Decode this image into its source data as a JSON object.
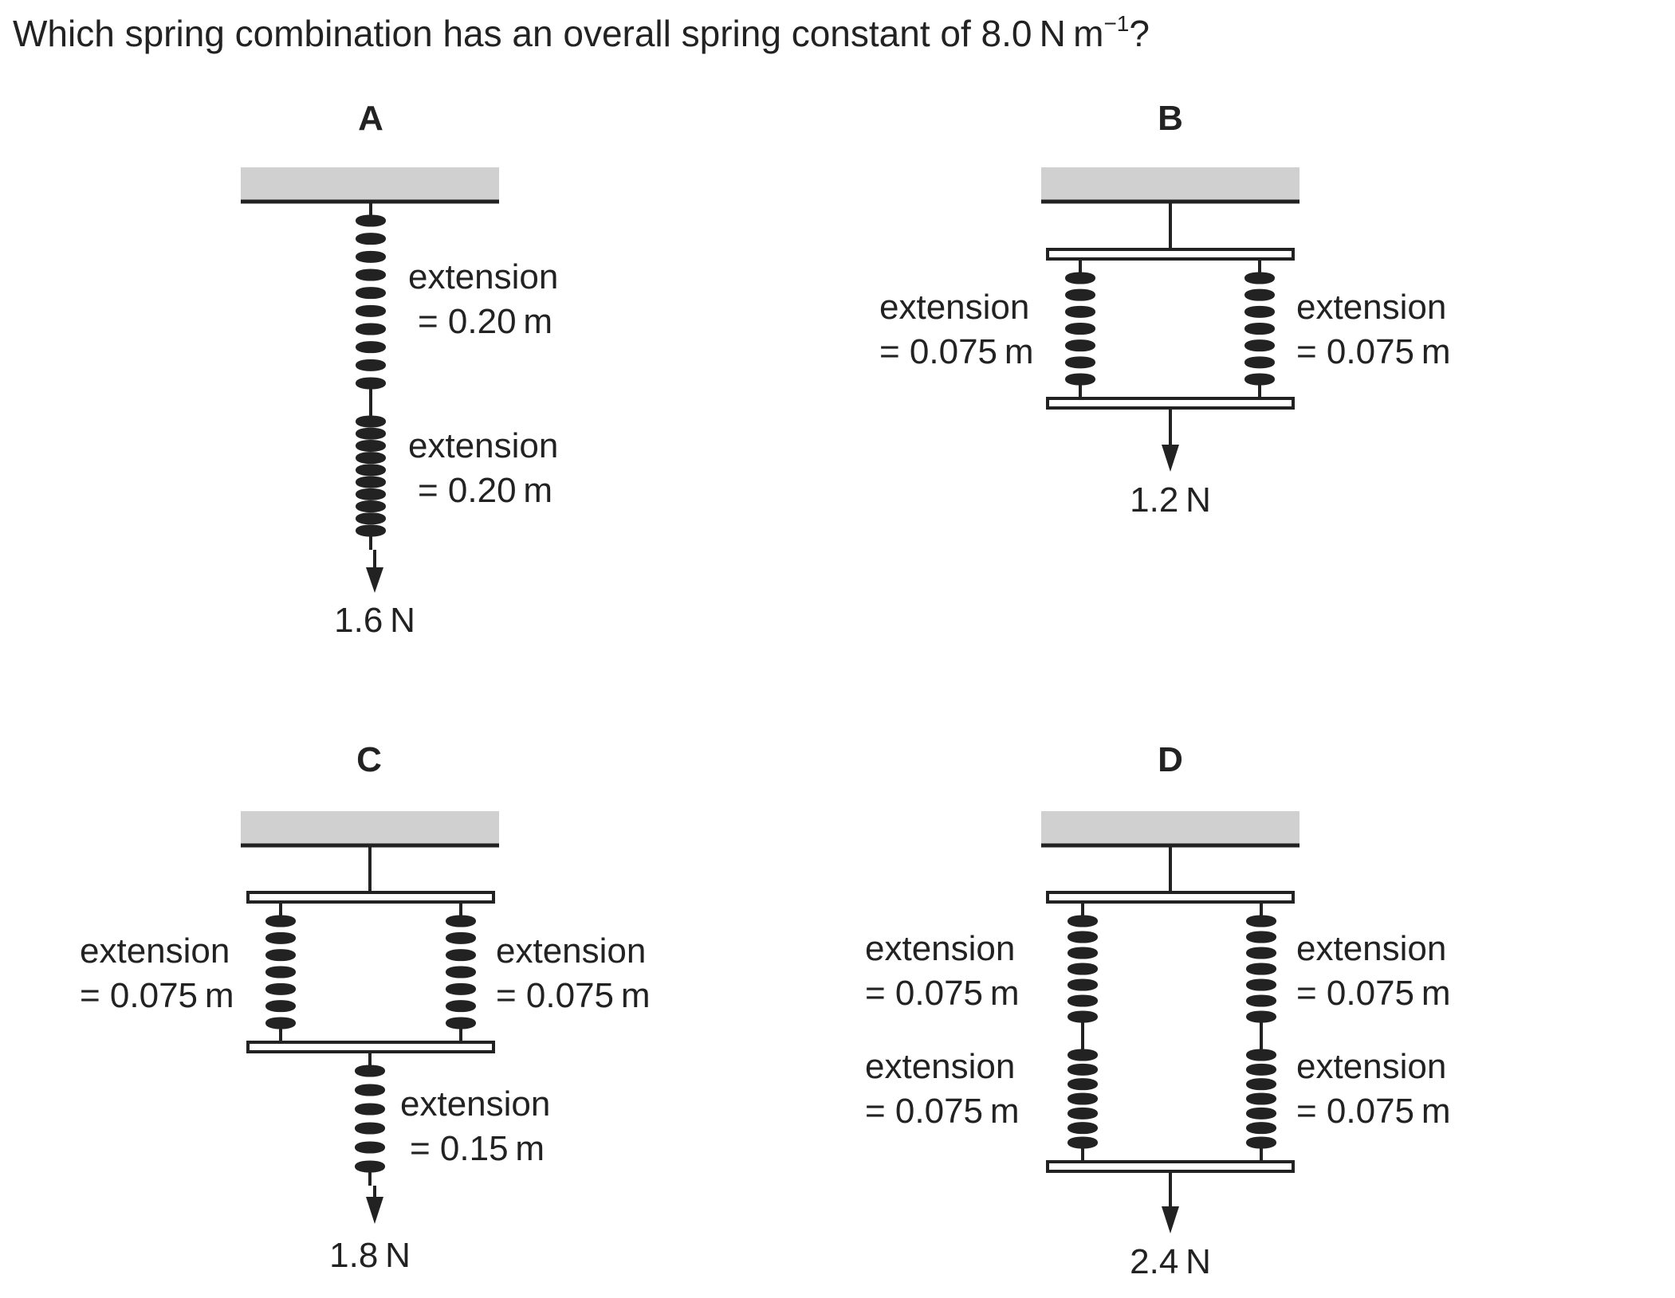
{
  "question": {
    "text": "Which spring combination has an overall spring constant of 8.0 N m",
    "superscript": "−1",
    "suffix": "?"
  },
  "options": {
    "A": {
      "letter": "A",
      "spring1": {
        "line1": "extension",
        "line2": "= 0.20 m"
      },
      "spring2": {
        "line1": "extension",
        "line2": "= 0.20 m"
      },
      "force": "1.6 N"
    },
    "B": {
      "letter": "B",
      "left_spring": {
        "line1": "extension",
        "line2": "= 0.075 m"
      },
      "right_spring": {
        "line1": "extension",
        "line2": "= 0.075 m"
      },
      "force": "1.2 N"
    },
    "C": {
      "letter": "C",
      "left_spring": {
        "line1": "extension",
        "line2": "= 0.075 m"
      },
      "right_spring": {
        "line1": "extension",
        "line2": "= 0.075 m"
      },
      "bottom_spring": {
        "line1": "extension",
        "line2": "= 0.15 m"
      },
      "force": "1.8 N"
    },
    "D": {
      "letter": "D",
      "left_top": {
        "line1": "extension",
        "line2": "= 0.075 m"
      },
      "left_bottom": {
        "line1": "extension",
        "line2": "= 0.075 m"
      },
      "right_top": {
        "line1": "extension",
        "line2": "= 0.075 m"
      },
      "right_bottom": {
        "line1": "extension",
        "line2": "= 0.075 m"
      },
      "force": "2.4 N"
    }
  },
  "colors": {
    "ceiling": "#d0d0d0",
    "ink": "#222222"
  }
}
